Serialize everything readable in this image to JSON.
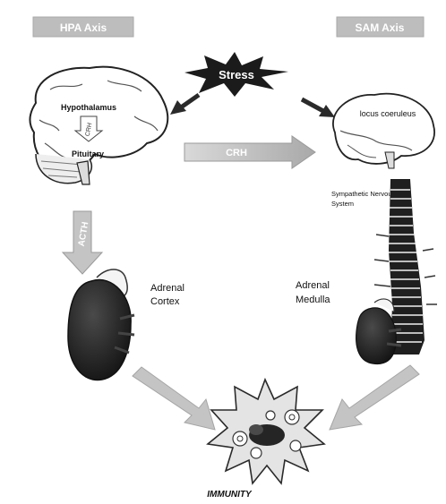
{
  "colors": {
    "banner": "#bdbdbd",
    "banner_text": "#ffffff",
    "arrow_gray": "#b5b5b5",
    "arrow_dark": "#2a2a2a",
    "stress_burst": "#1b1b1b",
    "stress_text": "#ffffff",
    "brain_outline": "#222222",
    "kidney": "#2b2b2b",
    "immunity_burst": "#e4e4e4"
  },
  "axes": {
    "hpa_banner": "HPA Axis",
    "sam_banner": "SAM Axis"
  },
  "stress": {
    "label": "Stress"
  },
  "left_brain": {
    "hypothalamus": "Hypothalamus",
    "crh": "CRH",
    "pituitary": "Pituitary"
  },
  "right_brain": {
    "locus": "locus coeruleus"
  },
  "middle_arrow": {
    "label": "CRH"
  },
  "acth": {
    "label": "ACTH"
  },
  "sympathetic": {
    "line1": "Sympathetic Nervous",
    "line2": "System"
  },
  "adrenal_cortex": {
    "line1": "Adrenal",
    "line2": "Cortex"
  },
  "adrenal_medulla": {
    "line1": "Adrenal",
    "line2": "Medulla"
  },
  "immunity": {
    "label": "IMMUNITY"
  }
}
